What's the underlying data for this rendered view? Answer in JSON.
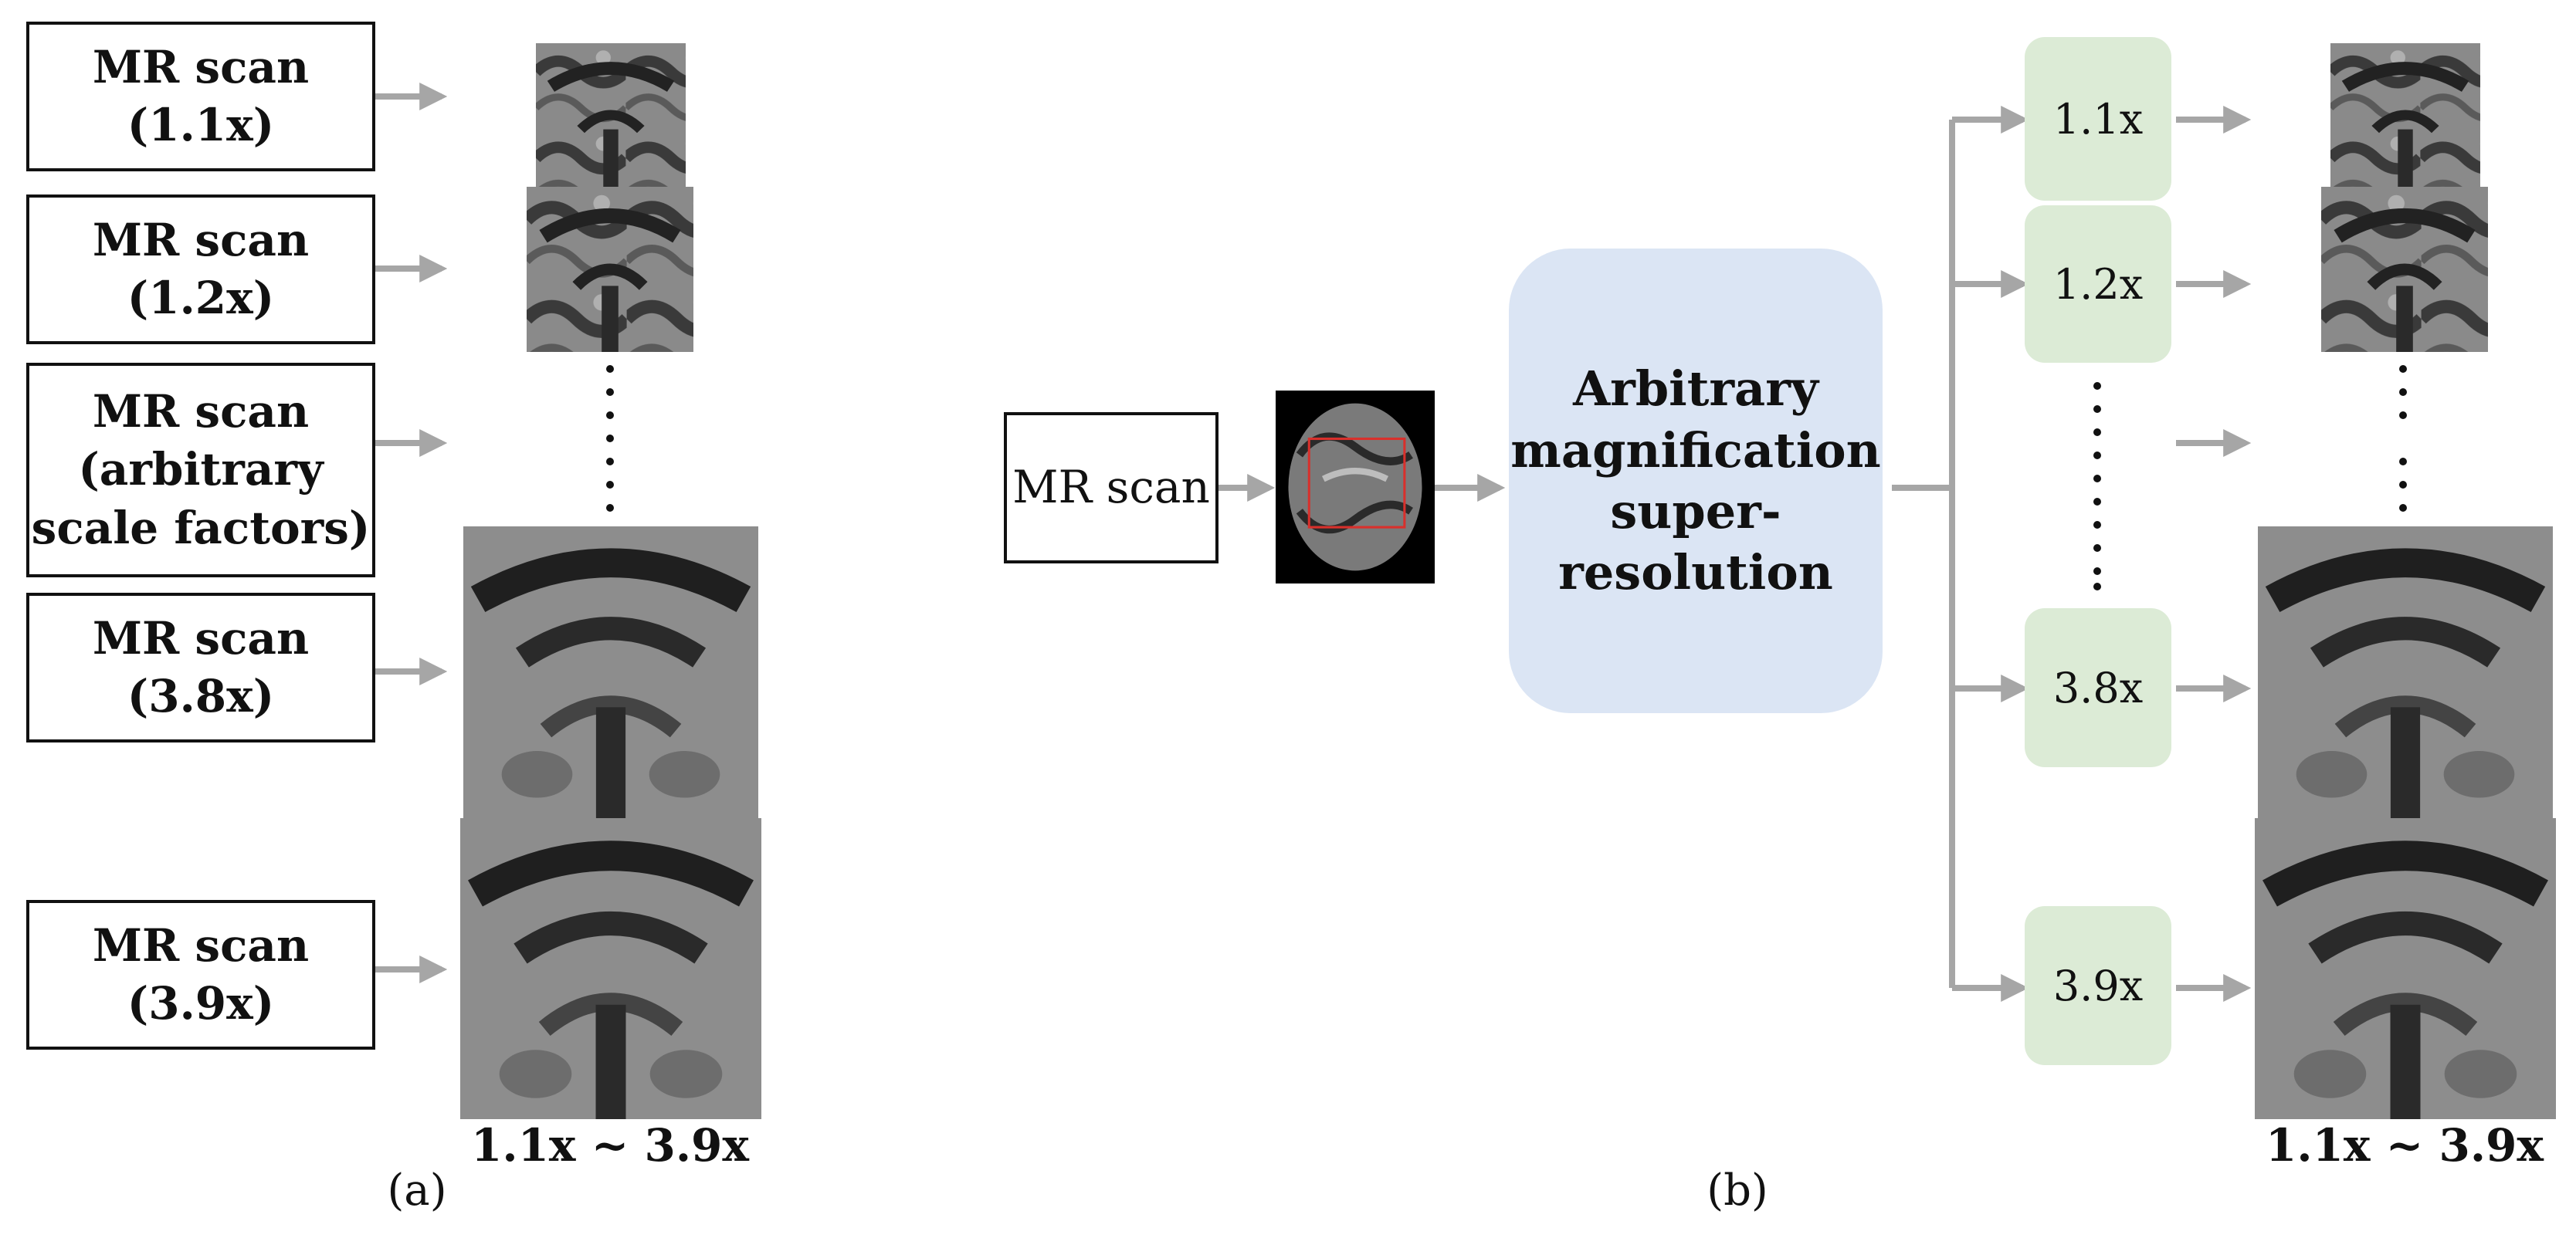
{
  "panel_a": {
    "label": "(a)",
    "boxes": [
      "MR scan\n(1.1x)",
      "MR scan\n(1.2x)",
      "MR scan\n(arbitrary\nscale factors)",
      "MR scan\n(3.8x)",
      "MR scan\n(3.9x)"
    ],
    "range_label": "1.1x ~ 3.9x"
  },
  "panel_b": {
    "label": "(b)",
    "input_box": "MR scan",
    "model": "Arbitrary\nmagnification\nsuper-\nresolution",
    "scales": [
      "1.1x",
      "1.2x",
      "3.8x",
      "3.9x"
    ],
    "range_label": "1.1x ~ 3.9x"
  },
  "colors": {
    "arrow": "#a6a6a6",
    "model_fill": "#dbe5f4",
    "scale_fill": "#dcebd6",
    "crop_box": "#d9302c"
  }
}
